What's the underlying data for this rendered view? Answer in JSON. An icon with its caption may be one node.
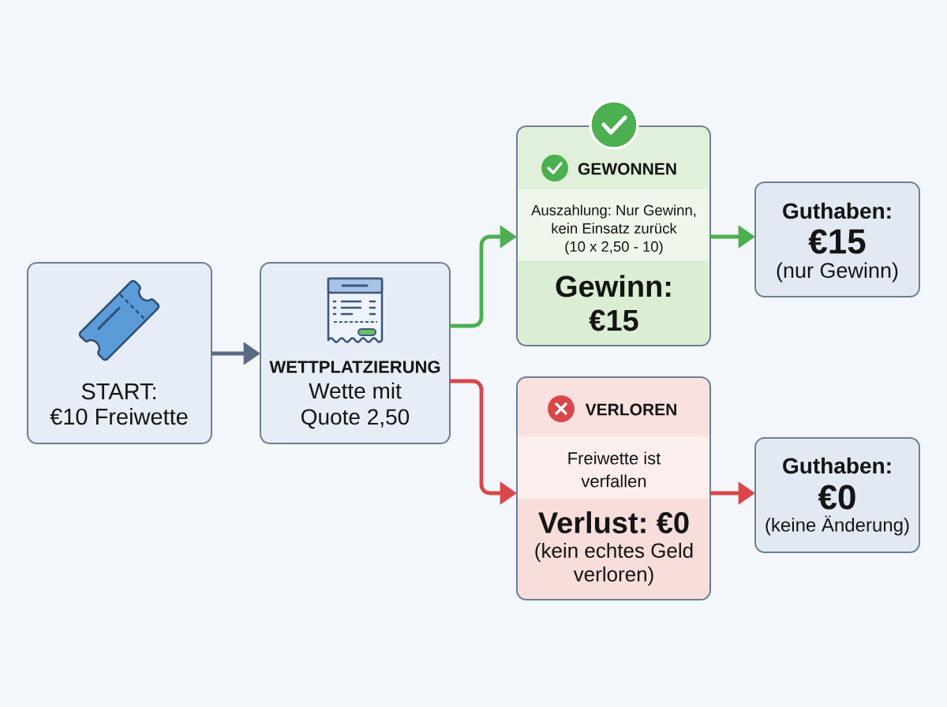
{
  "diagram": {
    "nodes": [
      {
        "text": [
          "START: €10 Freiwette"
        ]
      },
      {
        "text": [
          "WETTPLATZIERUNG",
          "Wette mit Quote 2,50"
        ]
      },
      {
        "text": [
          "GEWONNEN",
          "Auszahlung: Nur Gewinn, kein Einsatz zurück (10 x 2,50 - 10)",
          "Gewinn: €15"
        ]
      },
      {
        "text": [
          "Guthaben:",
          "€15",
          "(nur Gewinn)"
        ]
      },
      {
        "text": [
          "VERLOREN",
          "Freiwette ist verfallen",
          "Verlust: €0",
          "(kein echtes Geld verloren)"
        ]
      },
      {
        "text": [
          "Guthaben:",
          "€0",
          "(keine Änderung)"
        ]
      }
    ],
    "edges": [
      {
        "from": 0,
        "to": 1,
        "arrow": "to"
      },
      {
        "from": 1,
        "to": 2,
        "arrow": "to",
        "color": "#4caf50"
      },
      {
        "from": 2,
        "to": 3,
        "arrow": "to",
        "color": "#4caf50"
      },
      {
        "from": 1,
        "to": 4,
        "arrow": "to",
        "color": "#d9474a"
      },
      {
        "from": 4,
        "to": 5,
        "arrow": "to",
        "color": "#d9474a"
      }
    ]
  }
}
